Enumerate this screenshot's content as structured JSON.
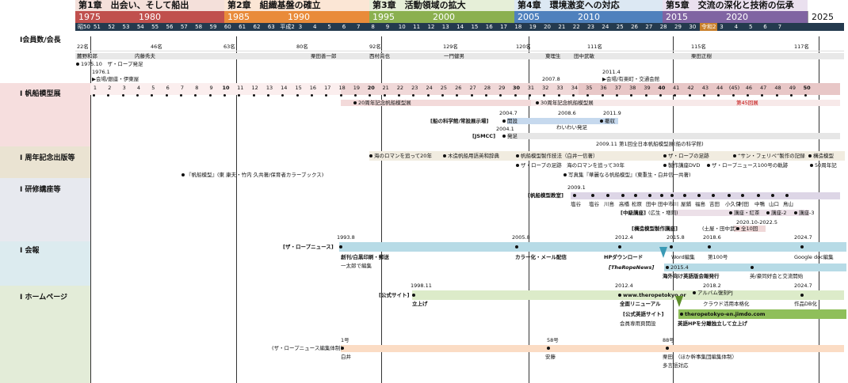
{
  "chapters": [
    {
      "title": "第1章　出会い、そして船出",
      "color": "#f4e0da",
      "left": 0
    },
    {
      "title": "第2章　組織基盤の確立",
      "color": "#f8e6d4"
    },
    {
      "title": "第3章　活動領域の拡大",
      "color": "#e6efd8"
    },
    {
      "title": "第4章　環境激変への対応",
      "color": "#dce8f3"
    },
    {
      "title": "第5章　交流の深化と技術の伝承",
      "color": "#eae0ef"
    }
  ],
  "decades": [
    "1975",
    "1980",
    "1985",
    "1990",
    "1995",
    "2000",
    "2005",
    "2010",
    "2015",
    "2020",
    "2025"
  ],
  "year_ticks": [
    "昭50",
    "51",
    "52",
    "53",
    "54",
    "55",
    "56",
    "57",
    "58",
    "59",
    "60",
    "61",
    "62",
    "63",
    "平成2",
    "3",
    "4",
    "5",
    "6",
    "7",
    "8",
    "9",
    "10",
    "11",
    "12",
    "13",
    "14",
    "15",
    "16",
    "17",
    "18",
    "19",
    "20",
    "21",
    "22",
    "23",
    "24",
    "25",
    "26",
    "27",
    "28",
    "29",
    "30",
    "令和2",
    "3",
    "4",
    "5",
    "6",
    "7"
  ],
  "sections": {
    "members": "会員数/会長",
    "exhibition": "帆船模型展",
    "publication": "周年記念出版等",
    "training": "研修講座等",
    "bulletin": "会報",
    "homepage": "ホームページ"
  },
  "members": {
    "counts": [
      "22名",
      "46名",
      "63名",
      "80名",
      "92名",
      "129名",
      "120名",
      "111名",
      "115名",
      "117名"
    ],
    "presidents": [
      "麓野和郎",
      "内藤秀夫",
      "栗田善一郎",
      "西村眞也",
      "一門健男",
      "東理生",
      "田中武敏",
      "栗田正樹"
    ],
    "event": "1975.10　ザ・ロープ発足"
  },
  "exhibition": {
    "note1_date": "1976.1",
    "note1": "会場/銀座・伊東屋",
    "note2_date": "2011.4",
    "note2": "会場/有楽町・交通会館",
    "note3_date": "2007.8",
    "numbers": [
      "1",
      "2",
      "3",
      "4",
      "5",
      "6",
      "7",
      "8",
      "9",
      "10",
      "11",
      "12",
      "13",
      "14",
      "15",
      "16",
      "17",
      "18",
      "19",
      "20",
      "21",
      "22",
      "23",
      "24",
      "25",
      "26",
      "27",
      "28",
      "29",
      "30",
      "31",
      "32",
      "33",
      "34",
      "35",
      "36",
      "37",
      "38",
      "39",
      "40",
      "41",
      "42",
      "43",
      "44",
      "(45)",
      "46",
      "47",
      "48",
      "49",
      "50"
    ],
    "anniv20": "20周年記念帆船模型展",
    "anniv30": "30周年記念帆船模型展",
    "cancel45": "第45回展",
    "museum_label": "[船の科学館/常設展示場]",
    "museum_open_date": "2004.7",
    "museum_open": "開設",
    "museum_d2": "2008.6",
    "museum_d3": "2011.9",
    "museum_close": "撤収",
    "museum_waip": "わいわい発足",
    "jsmcc_label": "[JSMCC]",
    "jsmcc_date": "2004.1",
    "jsmcc": "発足",
    "jsmcc_event": "2009.11 第1回全日本帆船模型展(船の科学館)"
  },
  "publication": {
    "items": [
      "海のロマンを追って20年",
      "木造帆船用語英和辞典",
      "帆船模型製作技法（白井一信著）",
      "ザ・ロープの足跡",
      "“サン・フェリペ”製作の記録",
      "構造模型",
      "ザ・ロープの足跡　海のロマンを追って30年",
      "製作講座DVD",
      "ザ・ロープニュース100号の軌跡",
      "50周年記",
      "写真集『華麗なる帆船模型』(東重生・白井信一共著)"
    ],
    "early": "『帆船模型』(東 康夫・竹内 久共著/保育者カラーブックス)"
  },
  "training": {
    "label": "[帆船模型教室]",
    "start": "2009.1",
    "places": [
      "塩谷",
      "塩谷",
      "川島",
      "高橋",
      "松原",
      "田中",
      "田中",
      "市川",
      "屋鋪",
      "福島",
      "吉田",
      "小久保",
      "村田",
      "中鴨",
      "山口",
      "鳥山"
    ],
    "middle_label": "[中級講座]",
    "middle": "(広生・増岡)",
    "middle_k1": "講座・紅茶",
    "middle_k2": "講座-2",
    "middle_k3": "講座-3",
    "struct_date": "2020.10-2022.5",
    "struct_label": "[構造模型製作講座]",
    "struct": "(土屋・田中武)",
    "struct_n": "全10回"
  },
  "bulletin": {
    "label": "[ザ・ロープニュース]",
    "d1993": "1993.8",
    "d2005": "2005.8",
    "d2012": "2012.4",
    "d2015": "2015.8",
    "d2018": "2018.6",
    "d2024": "2024.7",
    "e1": "創刊/白黒印刷・郵送",
    "e1b": "一太郎で編集",
    "e2": "カラー化・メール配信",
    "e3": "HPダウンロード",
    "e4": "Word編集",
    "e5": "第100号",
    "e6": "Google doc編集",
    "news_en": "[TheRopeNews]",
    "news_en_date": "2015.4",
    "news_en_note": "海外向け英語版会報発行",
    "partner": "英/豪同好会と交流開始"
  },
  "homepage": {
    "label": "[公式サイト]",
    "d1998": "1998.11",
    "d2012": "2012.4",
    "d2018": "2018.2",
    "d2024": "2024.7",
    "launch": "立上げ",
    "url": "www.theropetokyo.or",
    "renewal": "全面リニューアル",
    "album": "アルバム復刻PJ",
    "cloud": "クラウド活用本格化",
    "works": "作品DB化",
    "en_label": "[公式英語サイト]",
    "en_url": "theropetokyo-en.jimdo.com",
    "en_note": "英語HPを分離独立して立上げ",
    "members_only": "会員専用頁開設",
    "editors_label": "(ザ・ロープニュース編集体制)",
    "no1": "1号",
    "no1_name": "白井",
    "no58": "58号",
    "no58_name": "安藤",
    "no88": "88号",
    "no88_name": "栗田",
    "no88_note": "（ほか幹事集団編集体制）",
    "no88_note2": "多言語対応"
  },
  "colors": {
    "ch1": "#c0504d",
    "ch2": "#e98b3a",
    "ch3": "#8bb04f",
    "ch4": "#4f81bd",
    "ch5": "#8064a2",
    "reiwa": "#c9802b"
  }
}
